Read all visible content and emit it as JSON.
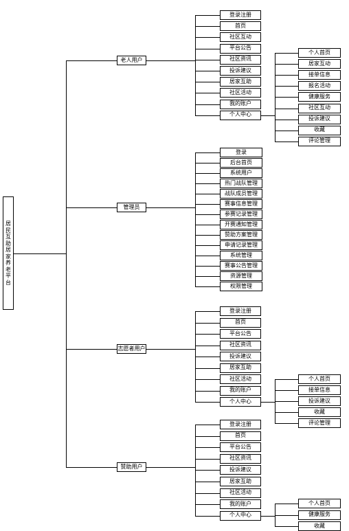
{
  "root": "居民互助居家养老平台",
  "roles": [
    {
      "name": "老人用户",
      "modules": [
        "登录注册",
        "首页",
        "社区互动",
        "平台公告",
        "社区资讯",
        "投诉建议",
        "居家互助",
        "社区活动",
        "我的账户",
        "个人中心"
      ],
      "submodules": [
        "个人首页",
        "居家互动",
        "接单信息",
        "报名活动",
        "健康服务",
        "社区互动",
        "投诉建议",
        "收藏",
        "评论管理"
      ]
    },
    {
      "name": "管理员",
      "modules": [
        "登录",
        "后台首页",
        "系统用户",
        "热门战队管理",
        "战队成员管理",
        "赛事信息管理",
        "参赛记录管理",
        "开赛通知管理",
        "赞助方案管理",
        "申请记录管理",
        "系统管理",
        "赛事公告管理",
        "资源管理",
        "权限管理"
      ],
      "submodules": []
    },
    {
      "name": "志愿者用户",
      "modules": [
        "登录注册",
        "首页",
        "平台公告",
        "社区资讯",
        "投诉建议",
        "居家互助",
        "社区活动",
        "我的账户",
        "个人中心"
      ],
      "submodules": [
        "个人首页",
        "接单信息",
        "投诉建议",
        "收藏",
        "评论管理"
      ]
    },
    {
      "name": "赞助用户",
      "modules": [
        "登录注册",
        "首页",
        "平台公告",
        "社区资讯",
        "投诉建议",
        "居家互助",
        "社区活动",
        "我的账户",
        "个人中心"
      ],
      "submodules": [
        "个人首页",
        "健康服务",
        "收藏"
      ]
    }
  ]
}
